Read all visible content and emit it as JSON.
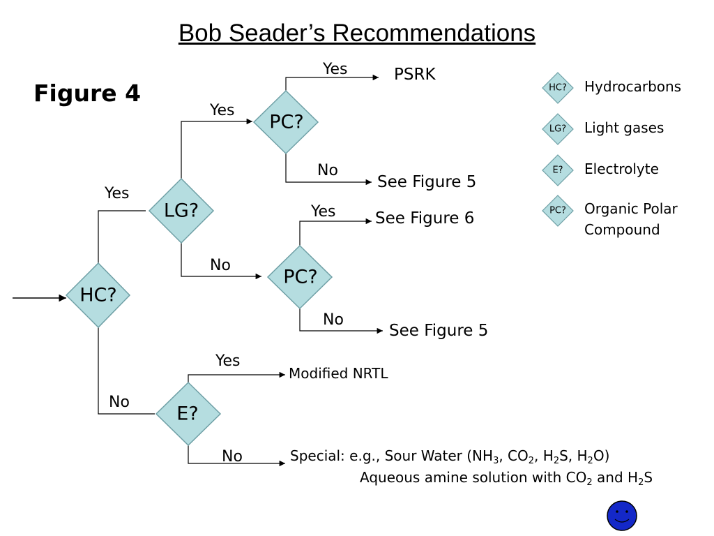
{
  "title": "Bob Seader’s Recommendations",
  "figure_label": "Figure 4",
  "colors": {
    "node_fill": "#b5dde0",
    "node_stroke": "#6e9fa5",
    "line": "#000000",
    "smiley_fill": "#1428c8"
  },
  "nodes": {
    "hc": "HC?",
    "lg": "LG?",
    "pc_top": "PC?",
    "pc_mid": "PC?",
    "e": "E?"
  },
  "edges": {
    "hc_yes": "Yes",
    "hc_no": "No",
    "lg_yes": "Yes",
    "lg_no": "No",
    "pc_top_yes": "Yes",
    "pc_top_no": "No",
    "pc_mid_yes": "Yes",
    "pc_mid_no": "No",
    "e_yes": "Yes",
    "e_no": "No"
  },
  "results": {
    "psrk": "PSRK",
    "see_fig5_a": "See Figure 5",
    "see_fig6": "See Figure 6",
    "see_fig5_b": "See Figure 5",
    "modified_nrtl": "Modified NRTL",
    "special": {
      "prefix": "Special: e.g., Sour Water (NH",
      "sub1": "3",
      "p2": ", CO",
      "sub2": "2",
      "p3": ", H",
      "sub3": "2",
      "p4": "S, H",
      "sub4": "2",
      "p5": "O)"
    },
    "amine": {
      "prefix": "Aqueous amine solution with CO",
      "sub1": "2",
      "p2": " and H",
      "sub2": "2",
      "p3": "S"
    }
  },
  "legend": [
    {
      "code": "HC?",
      "text": "Hydrocarbons"
    },
    {
      "code": "LG?",
      "text": "Light gases"
    },
    {
      "code": "E?",
      "text": "Electrolyte"
    },
    {
      "code": "PC?",
      "text": "Organic Polar"
    }
  ],
  "legend_extra": "Compound",
  "decoration": {
    "smiley_icon": "smiley-face-icon"
  }
}
